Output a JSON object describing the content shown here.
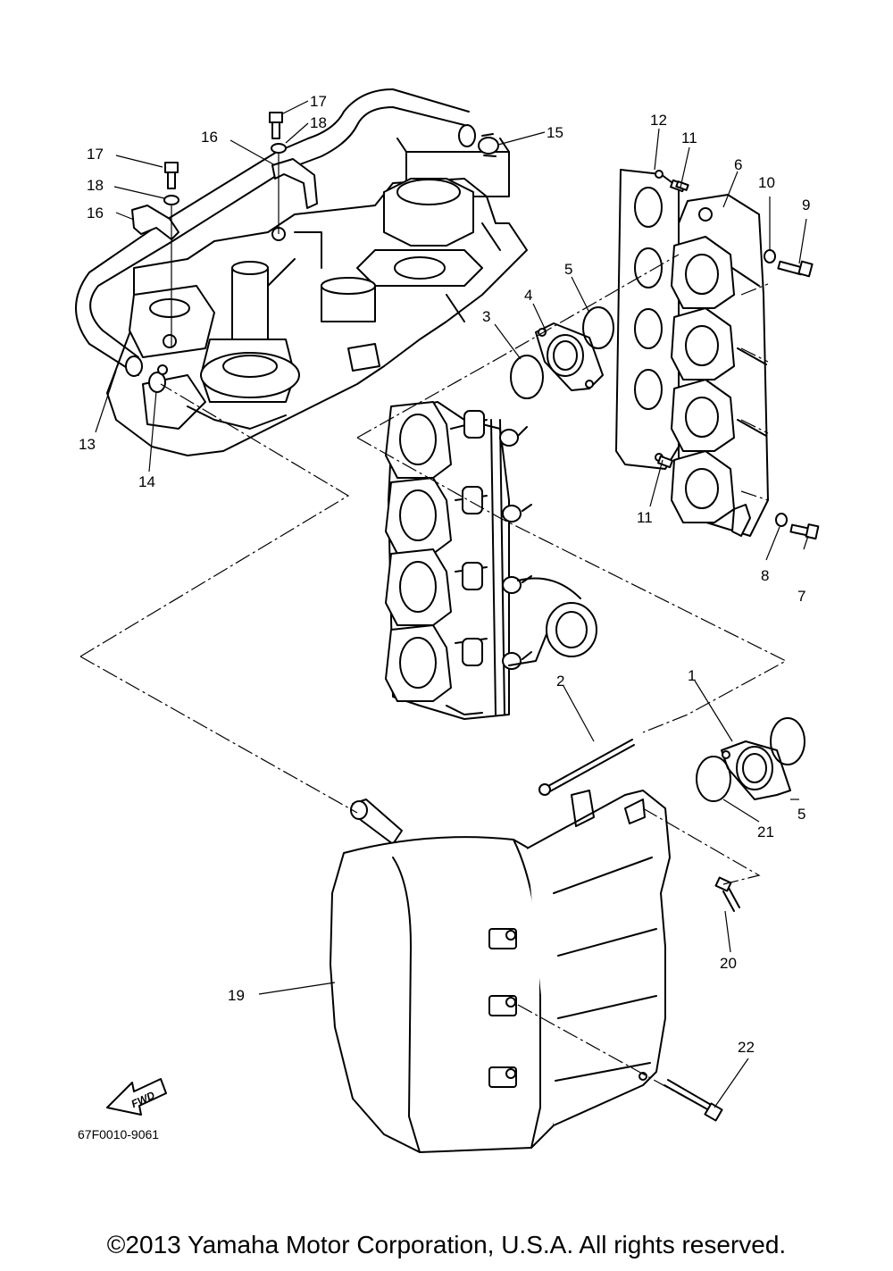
{
  "diagram_code": "67F0010-9061",
  "fwd_label": "FWD",
  "copyright": "©2013 Yamaha Motor Corporation, U.S.A. All rights reserved.",
  "callouts": [
    "1",
    "2",
    "3",
    "4",
    "5",
    "5",
    "6",
    "7",
    "8",
    "9",
    "10",
    "11",
    "11",
    "12",
    "13",
    "14",
    "15",
    "16",
    "16",
    "17",
    "17",
    "18",
    "18",
    "19",
    "20",
    "21",
    "22"
  ]
}
